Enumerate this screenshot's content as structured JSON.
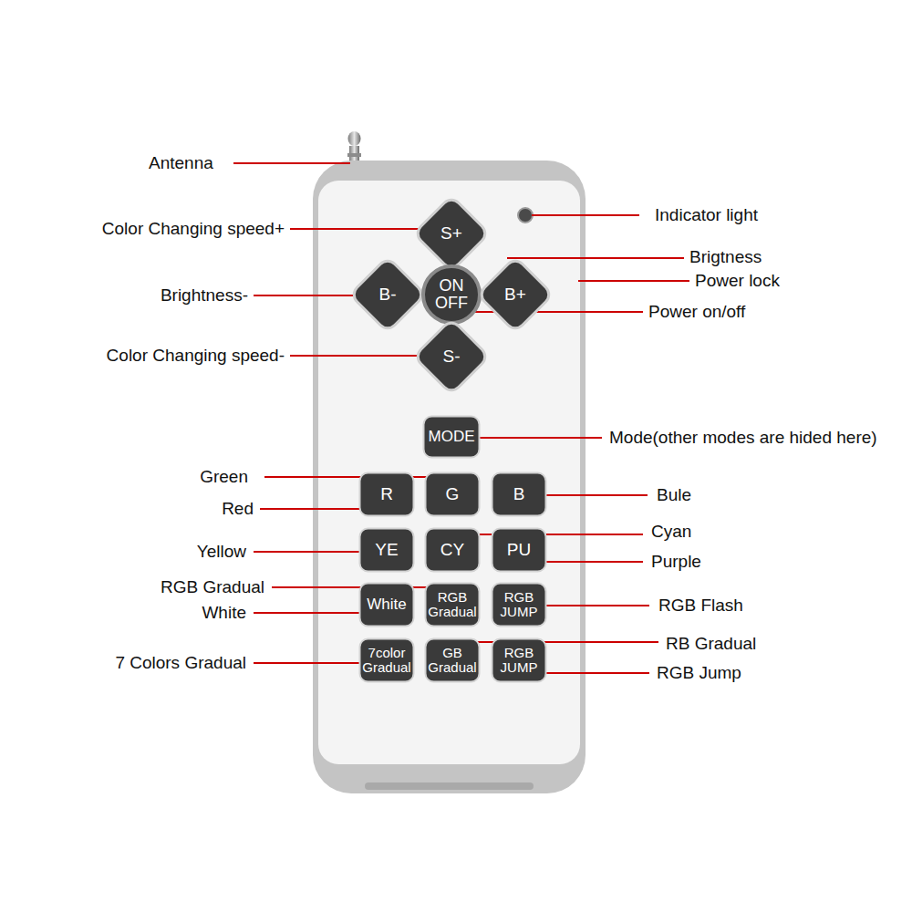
{
  "diagram": {
    "nodes": [
      {
        "text": [
          "S+"
        ]
      },
      {
        "text": [
          "B-"
        ]
      },
      {
        "text": [
          "ON OFF"
        ]
      },
      {
        "text": [
          "B+"
        ]
      },
      {
        "text": [
          "S-"
        ]
      },
      {
        "text": [
          "MODE"
        ]
      },
      {
        "text": [
          "R"
        ]
      },
      {
        "text": [
          "G"
        ]
      },
      {
        "text": [
          "B"
        ]
      },
      {
        "text": [
          "YE"
        ]
      },
      {
        "text": [
          "CY"
        ]
      },
      {
        "text": [
          "PU"
        ]
      },
      {
        "text": [
          "White"
        ]
      },
      {
        "text": [
          "RGB Gradual"
        ]
      },
      {
        "text": [
          "RGB JUMP"
        ]
      },
      {
        "text": [
          "7color Gradual"
        ]
      },
      {
        "text": [
          "GB Gradual"
        ]
      },
      {
        "text": [
          "RGB JUMP"
        ]
      }
    ],
    "labels": [
      "Antenna",
      "Color Changing speed+",
      "Brightness-",
      "Color Changing speed-",
      "Green",
      "Red",
      "Yellow",
      "RGB Gradual",
      "White",
      "7 Colors Gradual",
      "Indicator light",
      "Brigtness",
      "Power lock",
      "Power on/off",
      "Mode(other modes are hided here)",
      "Bule",
      "Cyan",
      "Purple",
      "RGB Flash",
      "RB Gradual",
      "RGB Jump"
    ]
  }
}
